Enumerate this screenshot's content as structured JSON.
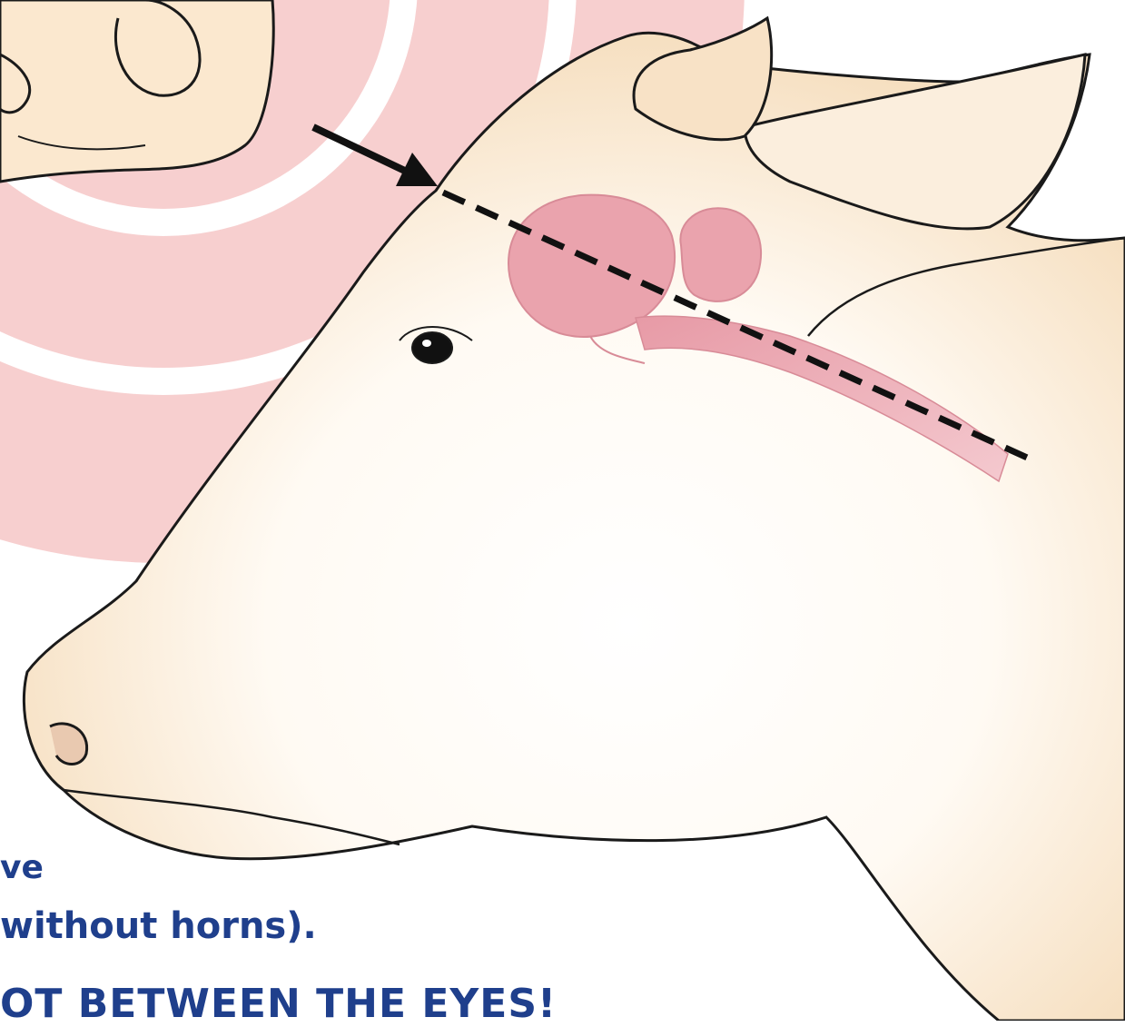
{
  "captions": {
    "line1": "ve",
    "line2": " without horns).",
    "line3": "OT BETWEEN THE EYES!"
  },
  "colors": {
    "circle_pink": "#f7cfcf",
    "skin": "#fbe8cf",
    "brain": "#eaa3ad",
    "outline": "#1a1a1a",
    "caption_text": "#1f3f8c"
  },
  "icons": {
    "pointer": "arrow-icon",
    "target_line": "dashed-line"
  }
}
